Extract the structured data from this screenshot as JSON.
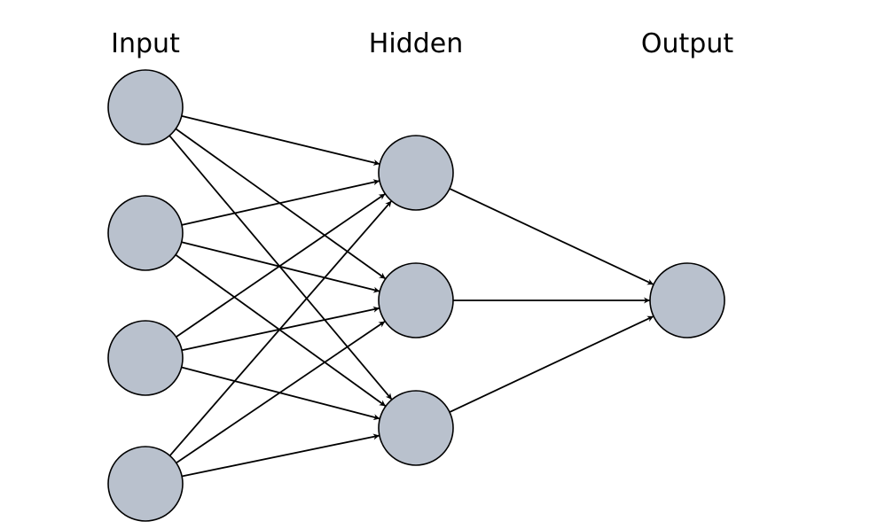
{
  "diagram": {
    "type": "neural-network",
    "layers": [
      {
        "id": "input",
        "label": "Input",
        "node_count": 4
      },
      {
        "id": "hidden",
        "label": "Hidden",
        "node_count": 3
      },
      {
        "id": "output",
        "label": "Output",
        "node_count": 1
      }
    ],
    "connections": "fully-connected",
    "colors": {
      "node_fill": "#b9c1cd",
      "node_stroke": "#000000",
      "edge": "#000000",
      "background": "#ffffff"
    }
  }
}
